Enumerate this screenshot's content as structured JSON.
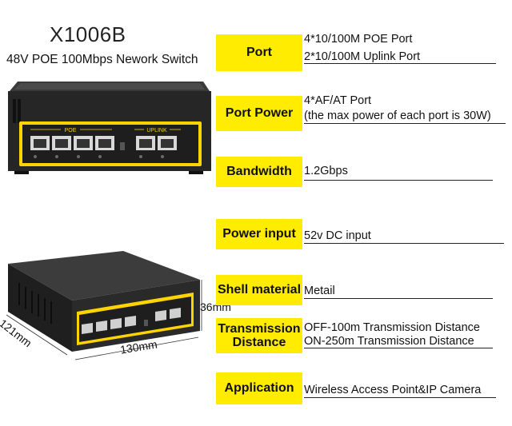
{
  "product": {
    "model": "X1006B",
    "subtitle": "48V POE 100Mbps Nework Switch"
  },
  "device": {
    "front_labels": {
      "poe": "POE",
      "uplink": "UPLINK"
    },
    "dimensions": {
      "width": "130mm",
      "depth": "121mm",
      "height": "36mm"
    }
  },
  "specs": [
    {
      "label": "Port",
      "values": [
        "4*10/100M POE Port",
        "2*10/100M Uplink Port"
      ]
    },
    {
      "label": "Port Power",
      "values": [
        "4*AF/AT Port",
        "(the max power of each port is 30W)"
      ]
    },
    {
      "label": "Bandwidth",
      "values": [
        "1.2Gbps"
      ]
    },
    {
      "label": "Power input",
      "values": [
        "52v DC input"
      ]
    },
    {
      "label": "Shell material",
      "values": [
        "Metail"
      ]
    },
    {
      "label": "Transmission Distance",
      "values": [
        "OFF-100m Transmission Distance",
        "ON-250m Transmission Distance"
      ]
    },
    {
      "label": "Application",
      "values": [
        "Wireless Access Point&IP Camera"
      ]
    }
  ],
  "colors": {
    "label_bg": "#ffec00",
    "device_body": "#2b2b2b",
    "front_strip": "#ffd400"
  }
}
